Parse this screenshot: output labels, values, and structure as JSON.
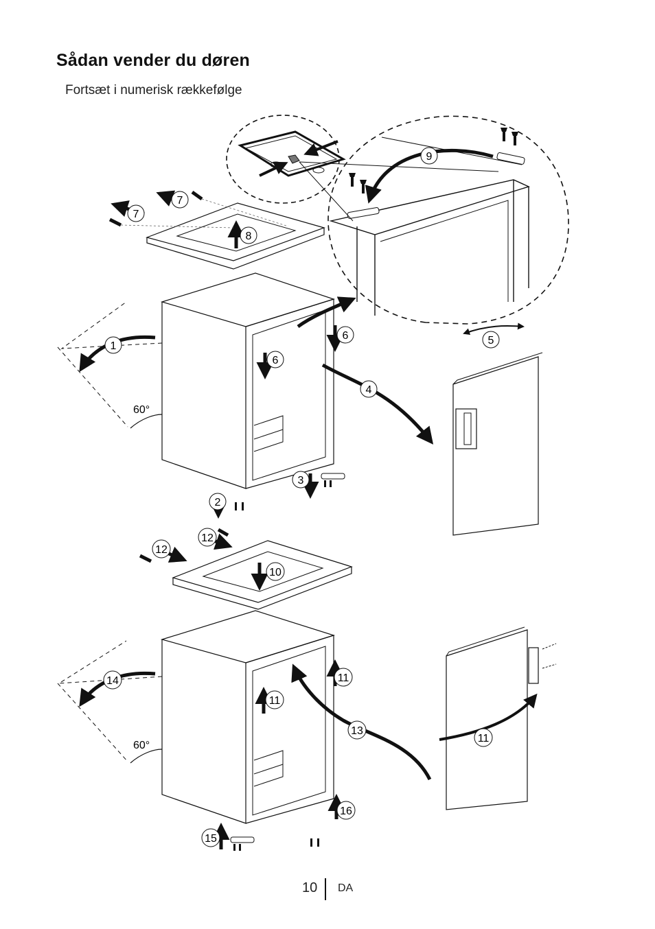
{
  "title": "Sådan vender du døren",
  "subtitle": "Fortsæt i numerisk rækkefølge",
  "angle_label": "60°",
  "steps": [
    "1",
    "2",
    "3",
    "4",
    "5",
    "6",
    "7",
    "8",
    "9",
    "10",
    "11",
    "12",
    "13",
    "14",
    "15",
    "16"
  ],
  "footer": {
    "page_number": "10",
    "language": "DA"
  }
}
